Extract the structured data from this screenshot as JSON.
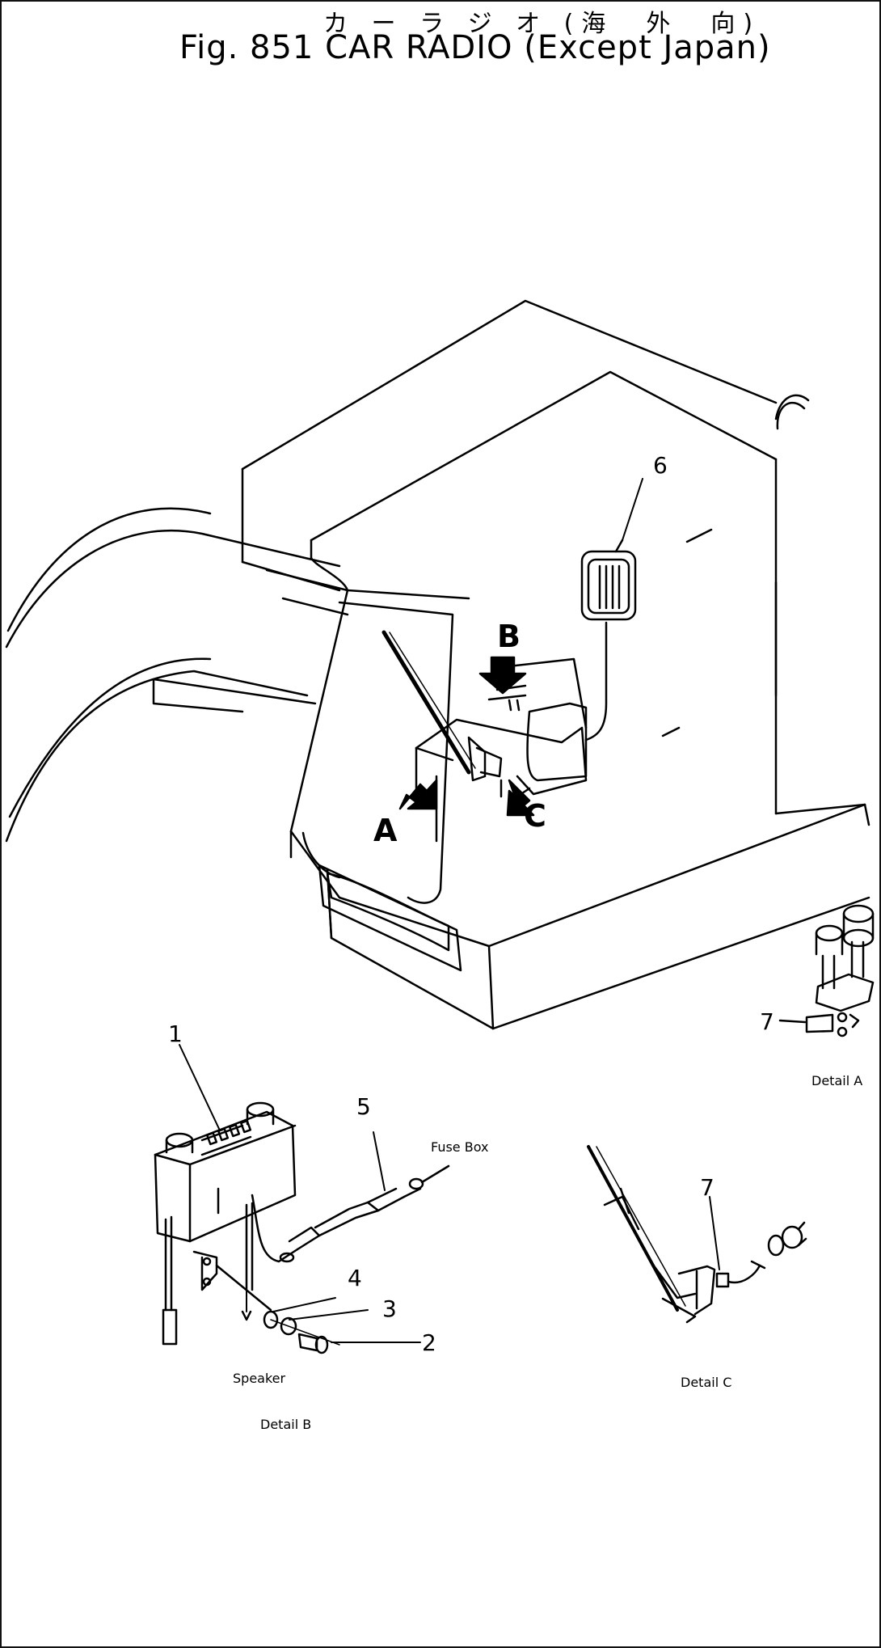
{
  "header": {
    "title_jp": "カ ー ラ ジ オ (海　外　向)",
    "title": "Fig. 851  CAR RADIO (Except Japan)"
  },
  "callouts": {
    "a": "A",
    "b": "B",
    "c": "C",
    "n1": "1",
    "n2": "2",
    "n3": "3",
    "n4": "4",
    "n5": "5",
    "n6": "6",
    "n7a": "7",
    "n7c": "7"
  },
  "labels": {
    "fuse_box": "Fuse Box",
    "speaker": "Speaker",
    "detail_a": "Detail A",
    "detail_b": "Detail B",
    "detail_c": "Detail C"
  }
}
